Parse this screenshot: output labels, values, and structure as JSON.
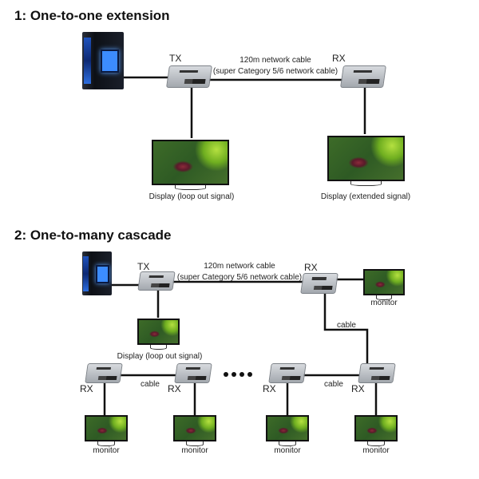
{
  "section1": {
    "title": "1: One-to-one extension",
    "tx_label": "TX",
    "rx_label": "RX",
    "cable_label_line1": "120m network cable",
    "cable_label_line2": "(super Category 5/6 network cable)",
    "display_loop_label": "Display (loop out signal)",
    "display_extended_label": "Display (extended signal)"
  },
  "section2": {
    "title": "2: One-to-many cascade",
    "tx_label": "TX",
    "rx_label": "RX",
    "cable_label_line1": "120m network cable",
    "cable_label_line2": "(super Category 5/6 network cable)",
    "display_loop_label": "Display (loop out signal)",
    "monitor_label": "monitor",
    "cable_label": "cable",
    "bottom_rx_labels": [
      "RX",
      "RX",
      "RX",
      "RX"
    ],
    "bottom_monitor_labels": [
      "monitor",
      "monitor",
      "monitor",
      "monitor"
    ],
    "bottom_cable_labels": [
      "cable",
      "cable"
    ]
  },
  "colors": {
    "cable": "#111111",
    "device_body": "#b8bcc1",
    "background": "#ffffff"
  }
}
